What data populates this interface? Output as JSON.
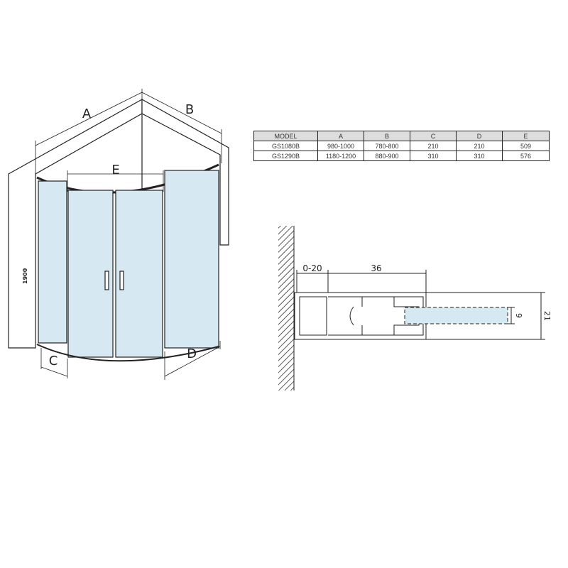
{
  "labels": {
    "A": "A",
    "B": "B",
    "C": "C",
    "D": "D",
    "E": "E",
    "height": "1900"
  },
  "profile": {
    "gap": "0-20",
    "width": "36",
    "glass": "9",
    "depth": "21"
  },
  "table": {
    "headers": [
      "MODEL",
      "A",
      "B",
      "C",
      "D",
      "E"
    ],
    "rows": [
      [
        "GS1080B",
        "980-1000",
        "780-800",
        "210",
        "210",
        "509"
      ],
      [
        "GS1290B",
        "1180-1200",
        "880-900",
        "310",
        "310",
        "576"
      ]
    ]
  },
  "colors": {
    "glass": "#d6e9f2",
    "line": "#222222"
  }
}
